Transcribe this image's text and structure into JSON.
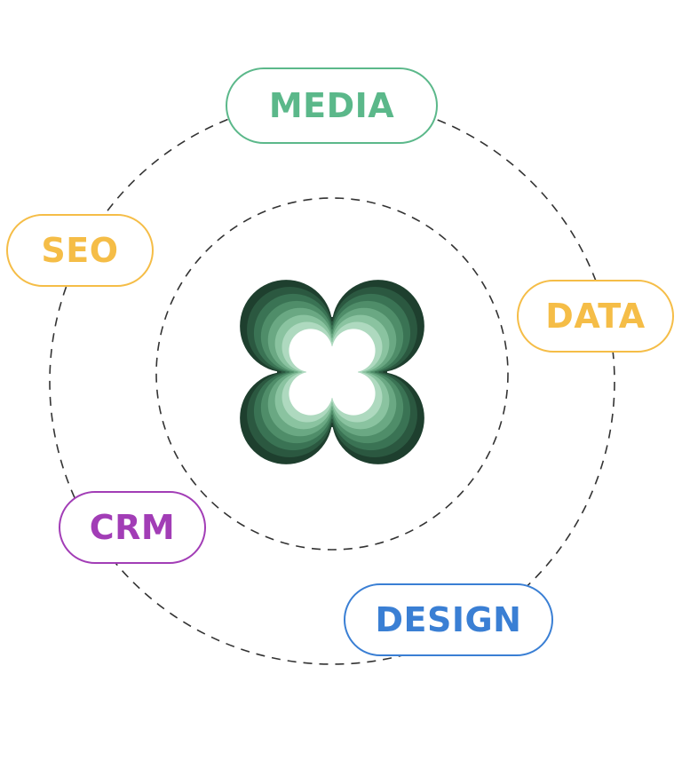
{
  "diagram": {
    "center": {
      "logo": "clover-x-logo",
      "layer_colors": [
        "#1e3f2e",
        "#2b5840",
        "#3a7354",
        "#4f8d69",
        "#6aa883",
        "#8ac3a0",
        "#aed9bf",
        "#ffffff"
      ]
    },
    "labels": [
      {
        "id": "media",
        "text": "MEDIA",
        "color": "#5bb88a"
      },
      {
        "id": "seo",
        "text": "SEO",
        "color": "#f5bd47"
      },
      {
        "id": "data",
        "text": "DATA",
        "color": "#f5bd47"
      },
      {
        "id": "crm",
        "text": "CRM",
        "color": "#a23db6"
      },
      {
        "id": "design",
        "text": "DESIGN",
        "color": "#3a7fd4"
      }
    ],
    "orbit_color": "#333333"
  }
}
